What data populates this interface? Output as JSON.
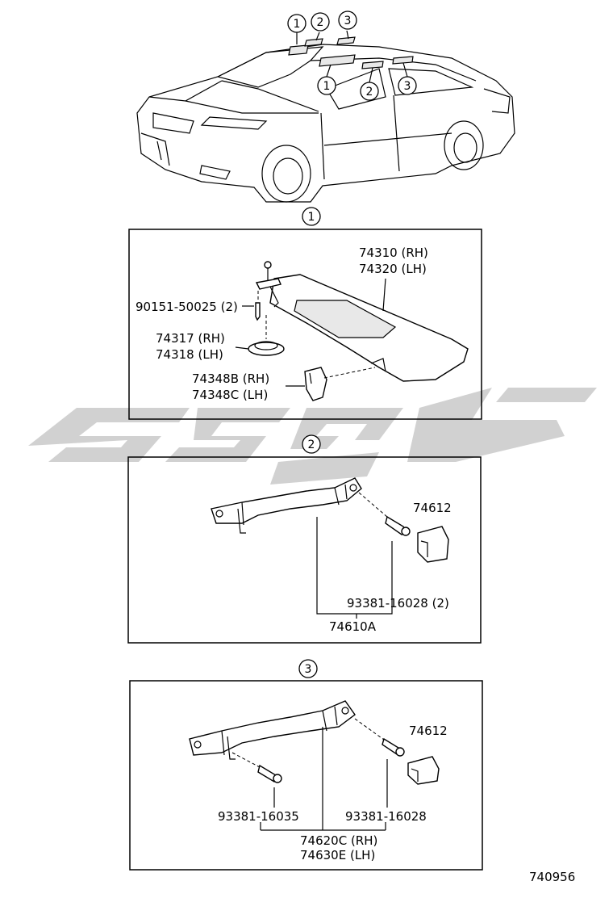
{
  "overview": {
    "top_callouts": [
      "1",
      "2",
      "3"
    ],
    "roof_callouts": [
      "1",
      "2",
      "3"
    ]
  },
  "section1": {
    "callout": "1",
    "labels": {
      "visor": [
        "74310 (RH)",
        "74320 (LH)"
      ],
      "screw": "90151-50025 (2)",
      "holder": [
        "74317 (RH)",
        "74318 (LH)"
      ],
      "clip": [
        "74348B (RH)",
        "74348C (LH)"
      ]
    }
  },
  "section2": {
    "callout": "2",
    "labels": {
      "cover": "74612",
      "screw": "93381-16028 (2)",
      "grip": "74610A"
    }
  },
  "section3": {
    "callout": "3",
    "labels": {
      "cover": "74612",
      "screw_left": "93381-16035",
      "screw_right": "93381-16028",
      "grip": [
        "74620C (RH)",
        "74630E (LH)"
      ]
    }
  },
  "diagram_code": "740956"
}
